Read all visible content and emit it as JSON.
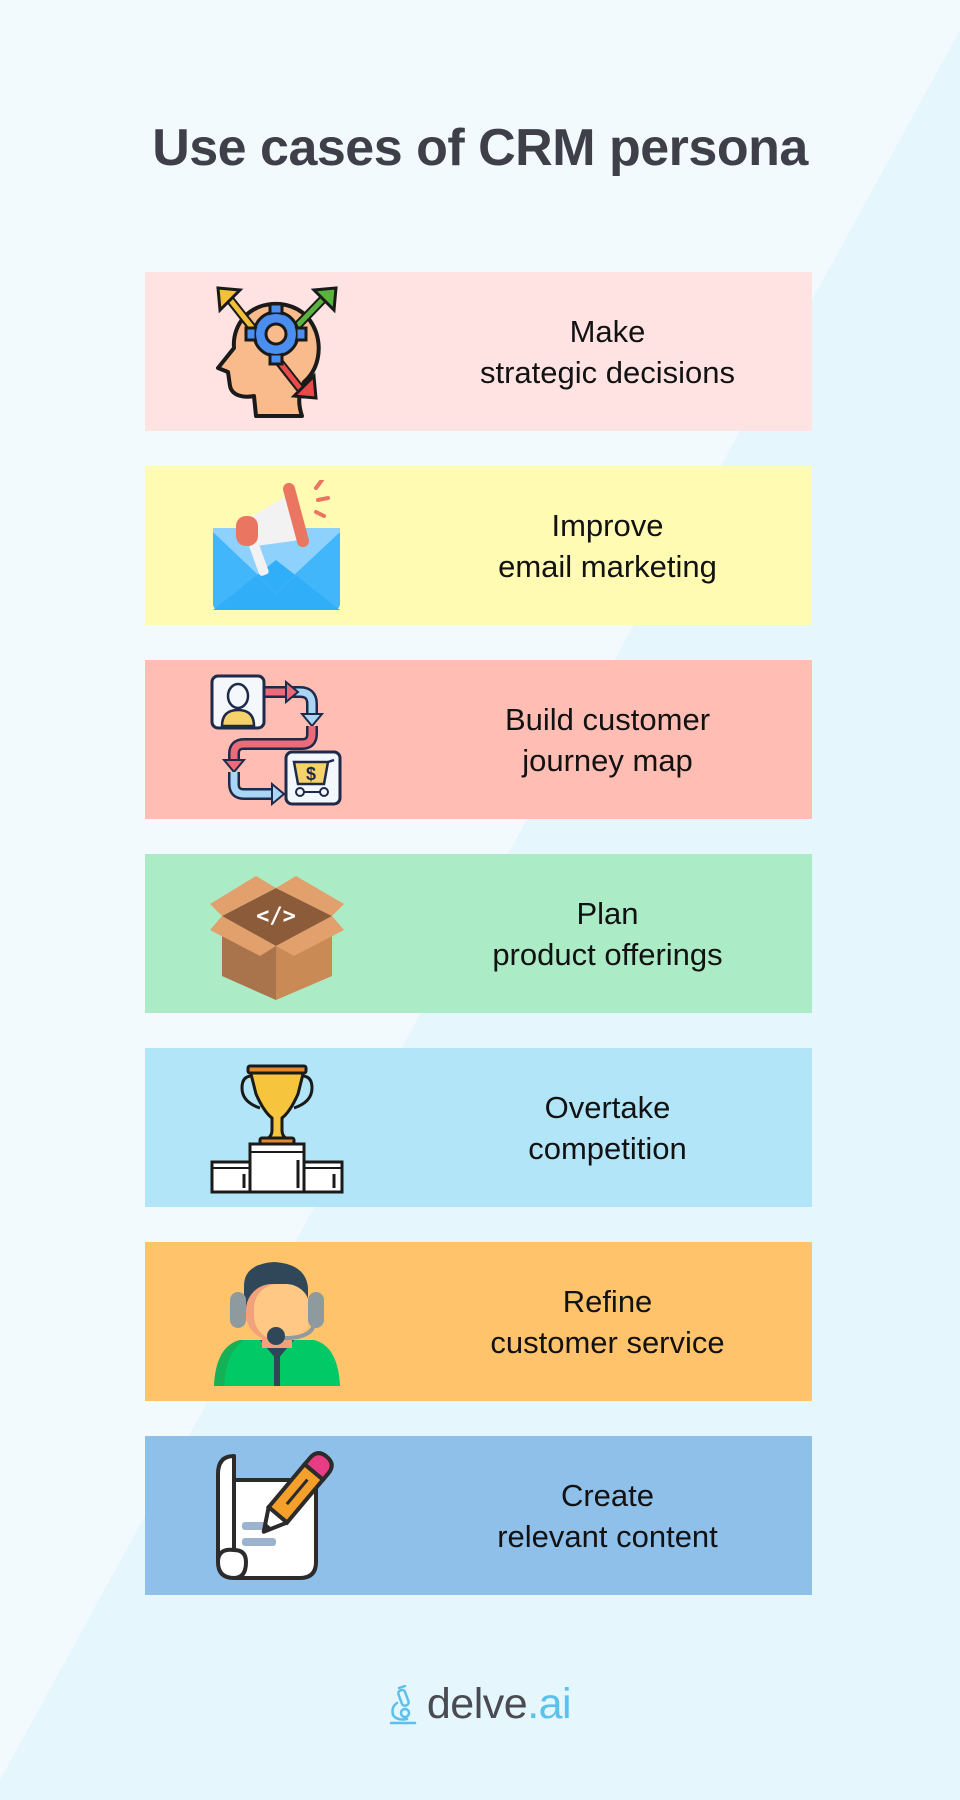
{
  "page": {
    "title": "Use cases of CRM persona",
    "background_color": "#f3fafe",
    "band_color": "#e5f6fd",
    "title_color": "#3f3f4a"
  },
  "cards": [
    {
      "line1": "Make",
      "line2": "strategic decisions",
      "bg": "#ffe3e3",
      "icon": "head-gear-arrows-icon"
    },
    {
      "line1": "Improve",
      "line2": "email marketing",
      "bg": "#fffbb3",
      "icon": "email-megaphone-icon"
    },
    {
      "line1": "Build customer",
      "line2": "journey map",
      "bg": "#ffbdb4",
      "icon": "customer-journey-icon"
    },
    {
      "line1": "Plan",
      "line2": "product offerings",
      "bg": "#abebc6",
      "icon": "product-box-code-icon"
    },
    {
      "line1": "Overtake",
      "line2": "competition",
      "bg": "#b2e5f7",
      "icon": "trophy-podium-icon"
    },
    {
      "line1": "Refine",
      "line2": "customer service",
      "bg": "#ffc36b",
      "icon": "support-agent-headset-icon"
    },
    {
      "line1": "Create",
      "line2": "relevant content",
      "bg": "#8fc0ea",
      "icon": "document-pencil-icon"
    }
  ],
  "footer": {
    "brand": "delve",
    "tld": ".ai",
    "icon": "microscope-icon",
    "brand_color": "#4a4a52",
    "accent_color": "#5bc0eb"
  }
}
